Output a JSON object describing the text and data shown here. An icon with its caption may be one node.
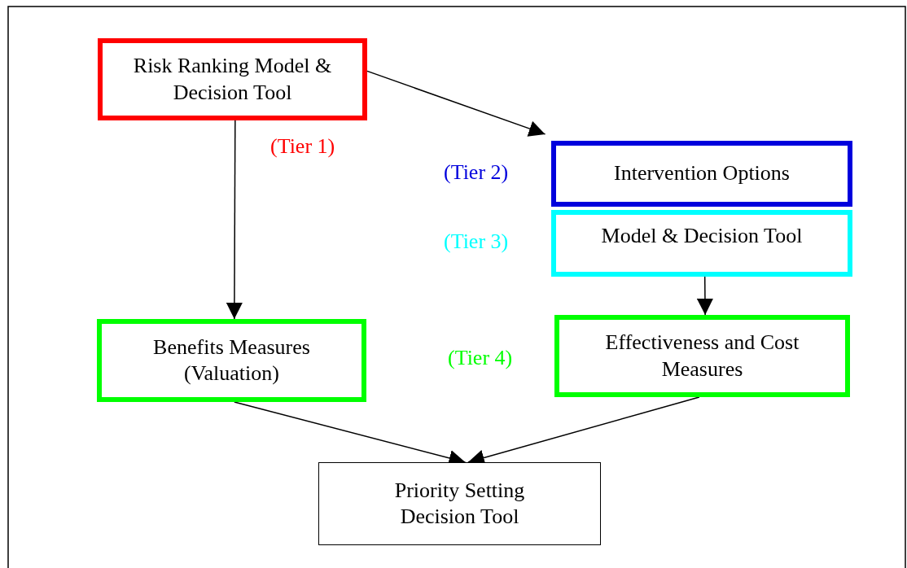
{
  "diagram": {
    "nodes": [
      {
        "text": [
          "Risk Ranking Model & Decision Tool"
        ],
        "beside": [
          "(Tier 1)"
        ]
      },
      {
        "text": [
          "Intervention Options"
        ],
        "beside": [
          "(Tier 2)"
        ]
      },
      {
        "text": [
          "Model & Decision Tool"
        ],
        "beside": [
          "(Tier 3)"
        ]
      },
      {
        "text": [
          "Benefits Measures (Valuation)"
        ]
      },
      {
        "text": [
          "Effectiveness and Cost Measures"
        ],
        "beside": [
          "(Tier 4)"
        ]
      },
      {
        "text": [
          "Priority Setting Decision Tool"
        ]
      }
    ],
    "edges": [
      {
        "from": 0,
        "to": 1,
        "arrow": "to"
      },
      {
        "from": 0,
        "to": 3,
        "arrow": "to"
      },
      {
        "from": 2,
        "to": 4,
        "arrow": "to"
      },
      {
        "from": 3,
        "to": 5,
        "arrow": "to"
      },
      {
        "from": 4,
        "to": 5,
        "arrow": "to"
      }
    ]
  }
}
